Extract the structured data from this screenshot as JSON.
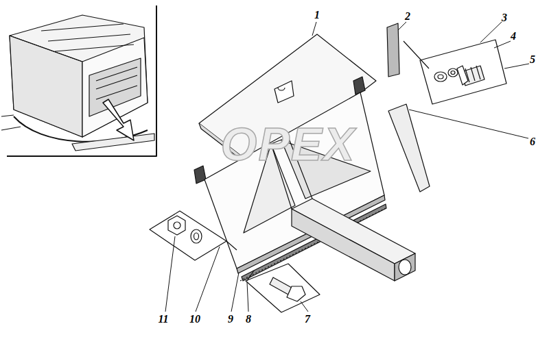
{
  "diagram": {
    "labels": [
      "1",
      "2",
      "3",
      "4",
      "5",
      "6",
      "7",
      "8",
      "9",
      "10",
      "11",
      "OPEX"
    ]
  }
}
